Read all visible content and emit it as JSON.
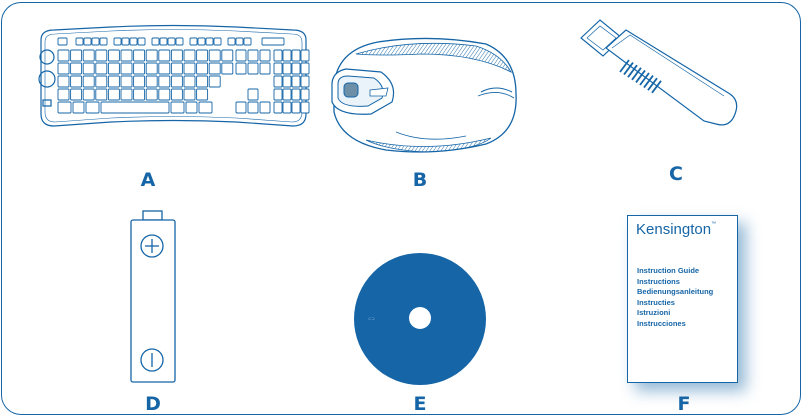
{
  "colors": {
    "accent": "#1565a7",
    "light_fill": "#eaf3fa",
    "disc": "#1565a7"
  },
  "labels": {
    "a": "A",
    "b": "B",
    "c": "C",
    "d": "D",
    "e": "E",
    "f": "F"
  },
  "items": {
    "a": "keyboard-illustration",
    "b": "mouse-illustration",
    "c": "usb-receiver-illustration",
    "d": "aa-battery-illustration",
    "e": "cd-disc-illustration",
    "f": "instruction-guide-booklet"
  },
  "manual": {
    "brand": "Kensington",
    "trademark": "™",
    "lines": [
      "Instruction Guide",
      "Instructions",
      "Bedienungsanleitung",
      "Instructies",
      "Istruzioni",
      "Instrucciones"
    ]
  }
}
